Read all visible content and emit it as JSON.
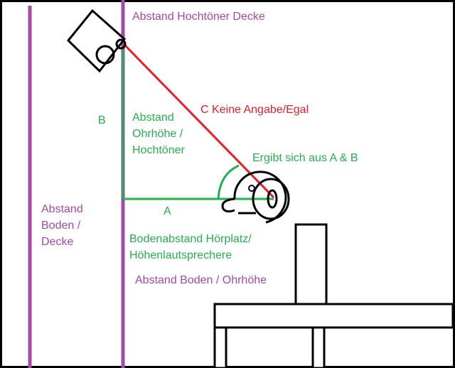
{
  "colors": {
    "purple": "#a349a4",
    "green": "#22b14c",
    "red": "#ed1c24",
    "ink": "#000000"
  },
  "labels": {
    "tweeter_ceiling": "Abstand Hochtöner Decke",
    "c_hypotenuse": "C Keine Angabe/Egal",
    "b_letter": "B",
    "ear_tweeter_line1": "Abstand",
    "ear_tweeter_line2": "Ohrhöhe /",
    "ear_tweeter_line3": "Hochtöner",
    "angle_note": "Ergibt sich aus A & B",
    "a_letter": "A",
    "floor_ceiling_line1": "Abstand",
    "floor_ceiling_line2": "Boden /",
    "floor_ceiling_line3": "Decke",
    "seat_speaker_line1": "Bodenabstand Hörplatz/",
    "seat_speaker_line2": "Höhenlautsprechere",
    "floor_ear": "Abstand Boden / Ohrhöhe"
  }
}
